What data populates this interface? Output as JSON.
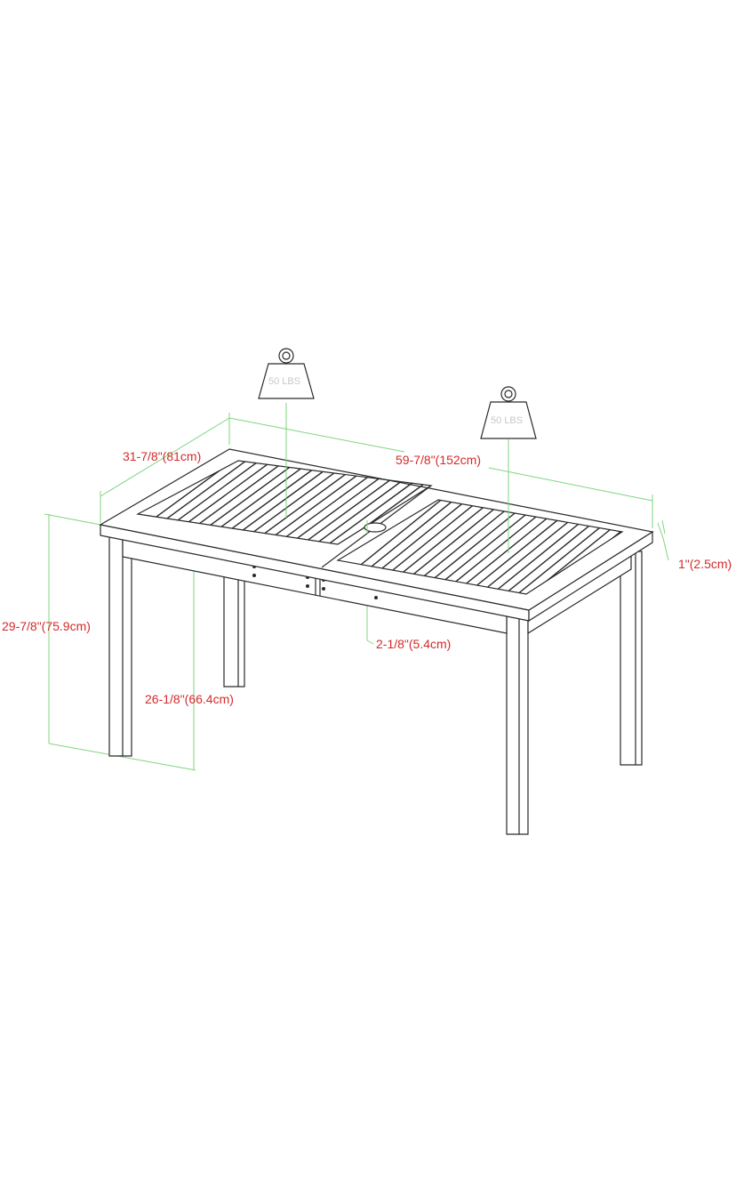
{
  "diagram": {
    "subject": "Rectangular slatted outdoor dining table with umbrella hole",
    "colors": {
      "outline": "#2a2a2a",
      "dimension_line": "#7fd67f",
      "dimension_text": "#d42a2a",
      "weight_text": "#c8c8c8",
      "background": "#ffffff"
    },
    "weights": [
      {
        "label": "50 LBS",
        "position": "left tabletop panel"
      },
      {
        "label": "50 LBS",
        "position": "right tabletop panel"
      }
    ],
    "dimensions": {
      "depth": "31-7/8\"(81cm)",
      "length": "59-7/8\"(152cm)",
      "top_thickness": "1\"(2.5cm)",
      "overall_height": "29-7/8\"(75.9cm)",
      "under_apron_clearance": "26-1/8\"(66.4cm)",
      "umbrella_hole": "2-1/8\"(5.4cm)"
    }
  }
}
